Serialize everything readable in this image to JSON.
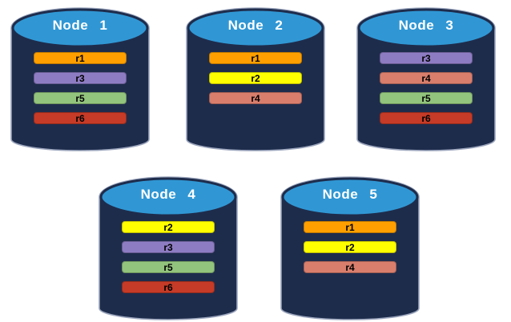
{
  "diagram": {
    "replica_colors": {
      "r1": "#FFA000",
      "r2": "#FFFF00",
      "r3": "#8E7CC3",
      "r4": "#D97E6D",
      "r5": "#93C47D",
      "r6": "#C53B27"
    },
    "cylinder_colors": {
      "body": "#1E2C4C",
      "top": "#3097D4",
      "top_stroke": "#1E2C4C",
      "outline": "#9BA5BC"
    },
    "text_colors": {
      "title": "#FFFFFF",
      "bar_label": "#000000"
    },
    "nodes": [
      {
        "name": "Node 1",
        "replicas": [
          "r1",
          "r3",
          "r5",
          "r6"
        ]
      },
      {
        "name": "Node 2",
        "replicas": [
          "r1",
          "r2",
          "r4"
        ]
      },
      {
        "name": "Node 3",
        "replicas": [
          "r3",
          "r4",
          "r5",
          "r6"
        ]
      },
      {
        "name": "Node 4",
        "replicas": [
          "r2",
          "r3",
          "r5",
          "r6"
        ]
      },
      {
        "name": "Node 5",
        "replicas": [
          "r1",
          "r2",
          "r4"
        ]
      }
    ]
  }
}
